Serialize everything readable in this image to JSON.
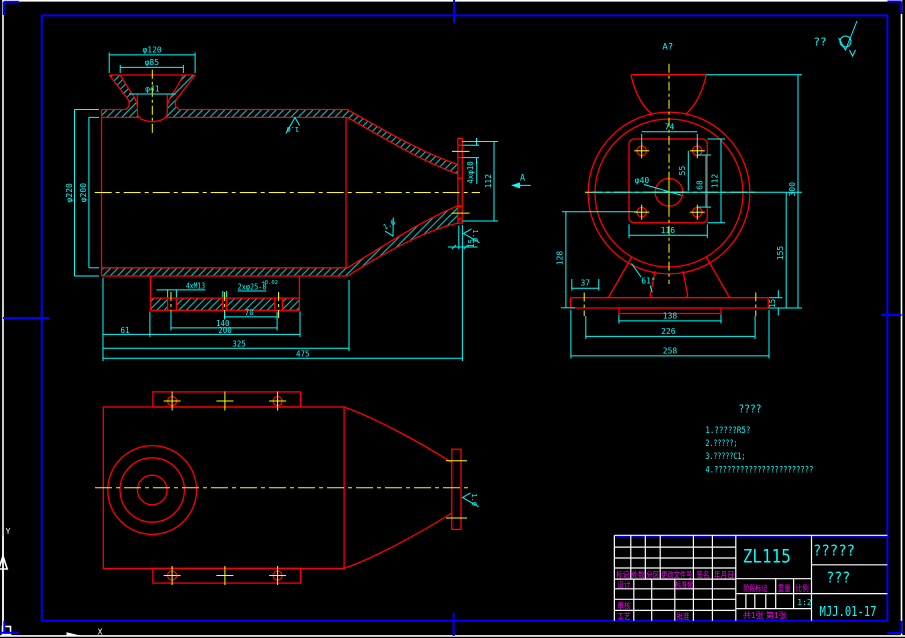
{
  "document": {
    "type": "cad-engineering-drawing",
    "colors": {
      "background": "#000000",
      "geometry": "#ff0000",
      "dimensions": "#00ffff",
      "centerlines": "#ffff00",
      "frame": "#0000ff",
      "sheet": "#ffffff",
      "table_labels": "#ff00ff"
    }
  },
  "general_note": {
    "text": "??"
  },
  "ucs": {
    "x_label": "X",
    "y_label": "Y"
  },
  "front_view": {
    "dims": {
      "phi120": "φ120",
      "phi85": "φ85",
      "phi41": "φ41",
      "phi220": "φ220",
      "phi200": "φ200",
      "d61": "61",
      "d200": "200",
      "d140": "140",
      "d70": "70",
      "d325": "325",
      "d475": "475",
      "pad_bolt_holes": "4xM13",
      "pad_dowel_holes": "2xφ25-0",
      "dowel_tol_upper": "+0.02",
      "flange_bolt_holes": "4xφ10",
      "d112": "112",
      "d15": "15"
    },
    "roughness_top": "1.6",
    "roughness_cone": "1.6",
    "roughness_flange": "1.6",
    "view_arrow_label": "A"
  },
  "side_view": {
    "view_label": "A?",
    "dims": {
      "d74": "74",
      "d55": "55",
      "d68": "68",
      "d112": "112",
      "d116": "116",
      "bore": "φ40",
      "d37": "37",
      "angle": "61°",
      "d128": "128",
      "d138": "138",
      "d226": "226",
      "d258": "258",
      "d155": "155",
      "d300": "300",
      "d15": "15"
    }
  },
  "bottom_view": {
    "roughness_flange": "1.6"
  },
  "notes": {
    "title": "????",
    "lines": [
      "1.?????R5?",
      "2.?????;",
      "3.?????C1;",
      "4.???????????????????????"
    ]
  },
  "title_block": {
    "drawing_code": "ZL115",
    "company": "?????",
    "part_name": "???",
    "drawing_number": "MJJ.01-17",
    "scale_value": "1:2",
    "sheet_note": "共1张 第1张",
    "rev_headers": [
      "标记",
      "处数",
      "分区",
      "更改文件号",
      "签名",
      "年月日"
    ],
    "row_labels": {
      "design": "设计",
      "standardization": "标准化",
      "review": "审核",
      "process": "工艺",
      "approve": "批准"
    },
    "mid_headers": {
      "stage": "阶段标记",
      "weight": "重量",
      "scale": "比例"
    }
  }
}
